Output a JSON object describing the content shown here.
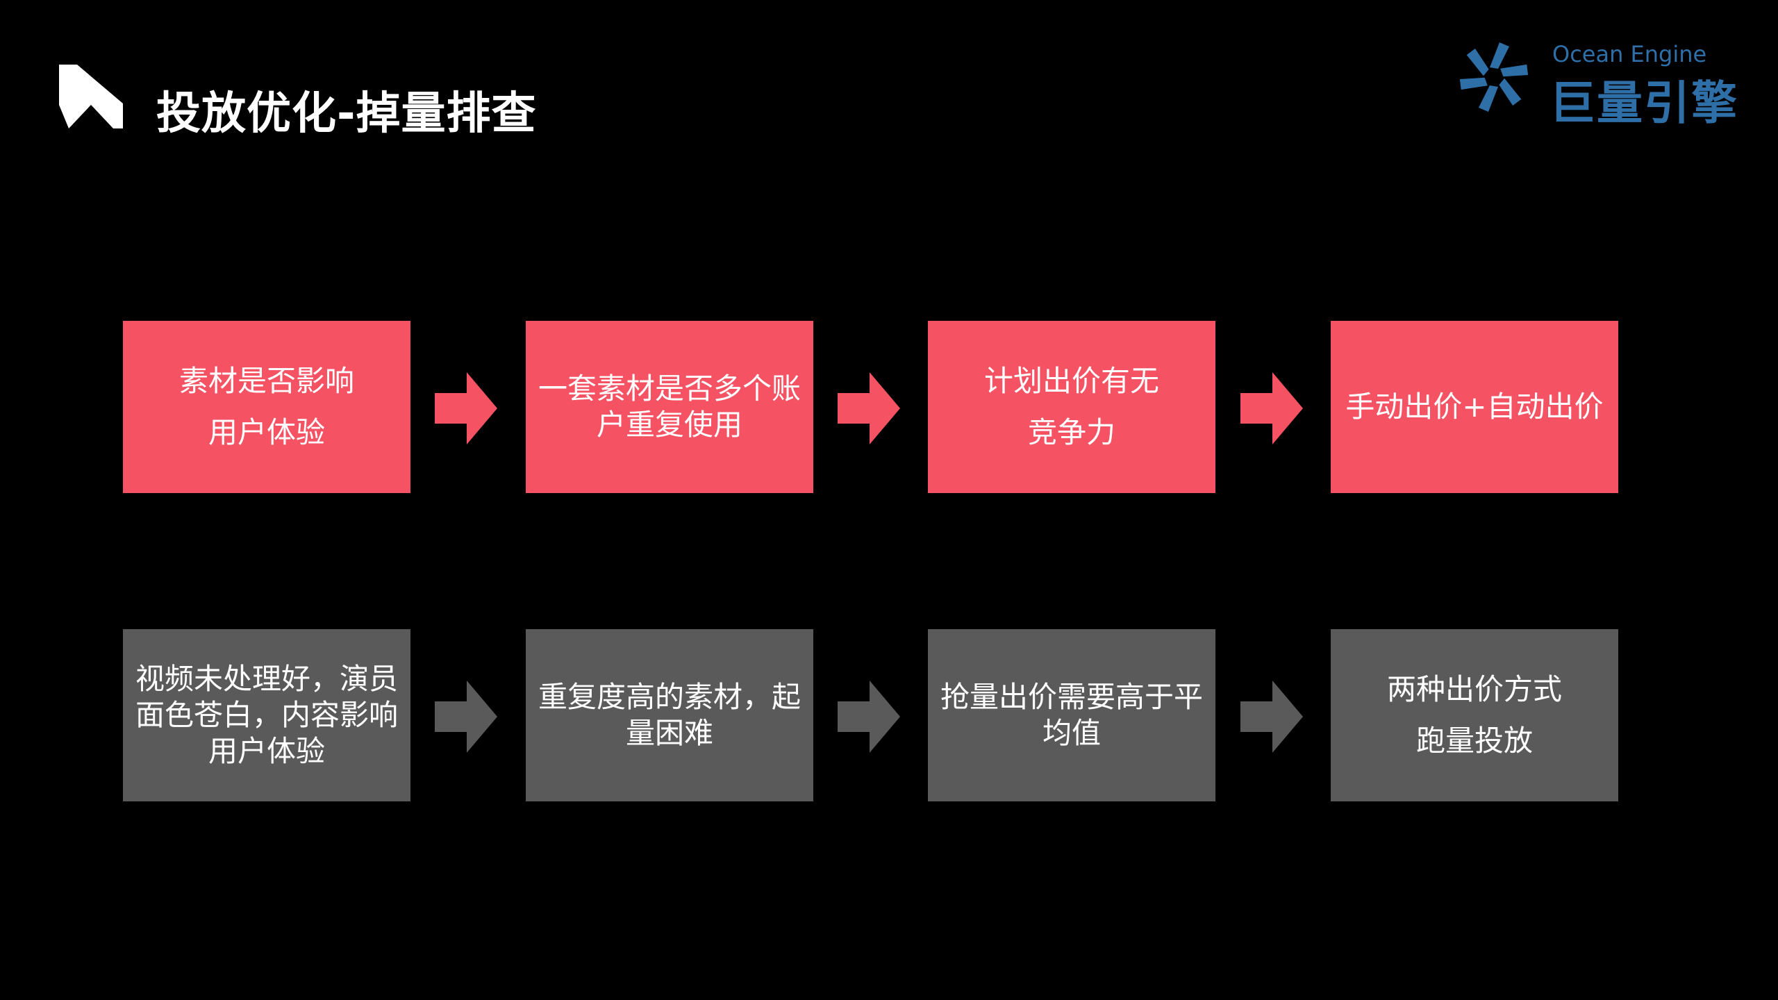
{
  "header": {
    "title": "投放优化-掉量排查",
    "brand_mark_icon": "k-logo-icon"
  },
  "logo": {
    "english": "Ocean Engine",
    "chinese": "巨量引擎",
    "icon": "pinwheel-icon",
    "color": "#2f6fa8"
  },
  "colors": {
    "background": "#000000",
    "top_box": "#f55263",
    "bottom_box": "#5a5a5a",
    "top_arrow": "#f55263",
    "bottom_arrow": "#5a5a5a"
  },
  "flow": {
    "top": [
      {
        "line1": "素材是否影响",
        "line2": "用户体验"
      },
      {
        "line1": "一套素材是否多个账",
        "line2": "户重复使用"
      },
      {
        "line1": "计划出价有无",
        "line2": "竞争力"
      },
      {
        "line1": "手动出价+自动出价",
        "line2": ""
      }
    ],
    "bottom": [
      {
        "line1": "视频未处理好，演员",
        "line2": "面色苍白，内容影响",
        "line3": "用户体验"
      },
      {
        "line1": "重复度高的素材，起",
        "line2": "量困难"
      },
      {
        "line1": "抢量出价需要高于平",
        "line2": "均值"
      },
      {
        "line1": "两种出价方式",
        "line2": "跑量投放"
      }
    ]
  }
}
